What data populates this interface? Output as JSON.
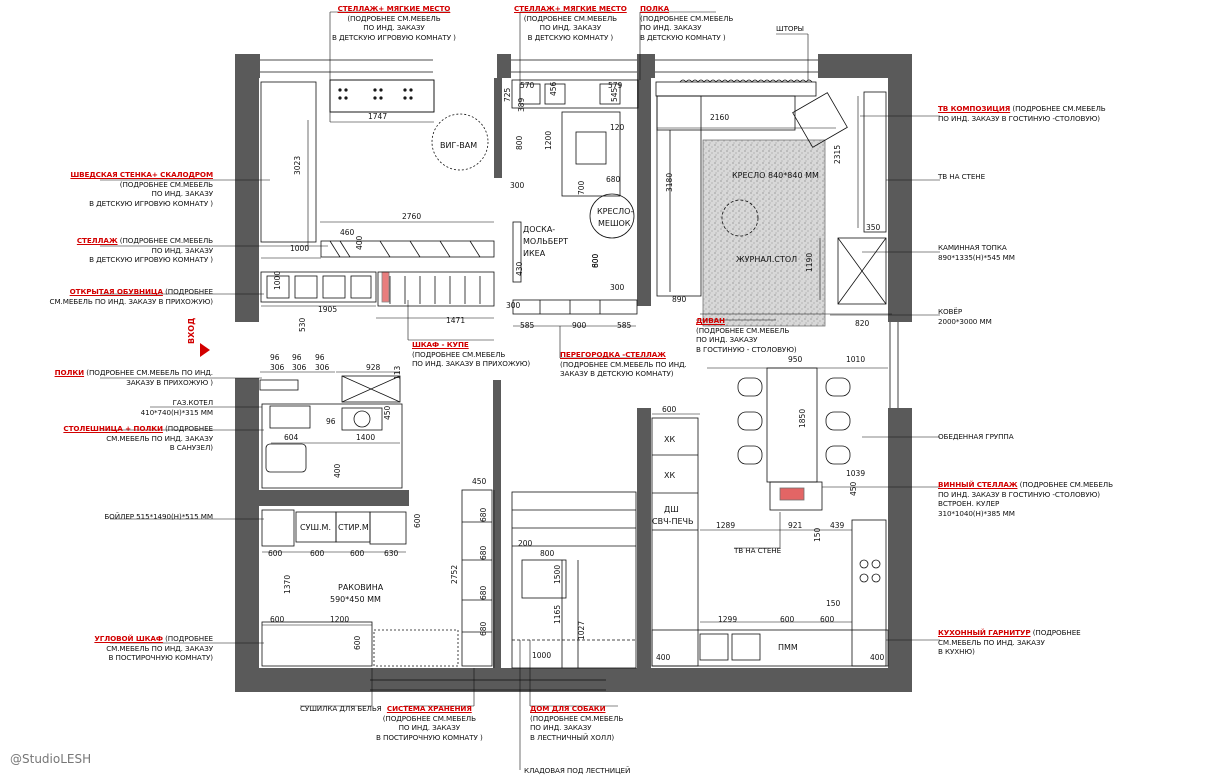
{
  "watermark": "@StudioLESH",
  "entrance_label": "ВХОД",
  "colors": {
    "wall": "#5a5a5a",
    "accent": "#d20000",
    "line": "#111111",
    "rug": "#bdbdbd"
  },
  "annotations": {
    "top_shelf_soft": {
      "title": "СТЕЛЛАЖ+ МЯГКИЕ МЕСТО",
      "lines": [
        "(ПОДРОБНЕЕ СМ.МЕБЕЛЬ",
        "ПО ИНД. ЗАКАЗУ",
        "В ДЕТСКУЮ ИГРОВУЮ КОМНАТУ )"
      ]
    },
    "top_shelf_soft2": {
      "title": "СТЕЛЛАЖ+ МЯГКИЕ МЕСТО",
      "lines": [
        "(ПОДРОБНЕЕ СМ.МЕБЕЛЬ",
        "ПО ИНД. ЗАКАЗУ",
        "В ДЕТСКУЮ КОМНАТУ )"
      ]
    },
    "top_shelf": {
      "title": "ПОЛКА",
      "lines": [
        "(ПОДРОБНЕЕ СМ.МЕБЕЛЬ",
        "ПО ИНД. ЗАКАЗУ",
        "В ДЕТСКУЮ КОМНАТУ )"
      ]
    },
    "curtains": "ШТОРЫ",
    "tv_composition": {
      "title": "ТВ КОМПОЗИЦИЯ",
      "tail": " (ПОДРОБНЕЕ СМ.МЕБЕЛЬ",
      "lines": [
        "ПО ИНД. ЗАКАЗУ В ГОСТИНУЮ -СТОЛОВУЮ)"
      ]
    },
    "tv_wall": "ТВ НА СТЕНЕ",
    "fireplace": {
      "line1": "КАМИННАЯ ТОПКА",
      "line2": "890*1335(H)*545 ММ"
    },
    "carpet": {
      "line1": "КОВЁР",
      "line2": "2000*3000 ММ"
    },
    "dining": "ОБЕДЕННАЯ ГРУППА",
    "wine": {
      "title": "ВИННЫЙ СТЕЛЛАЖ",
      "tail": " (ПОДРОБНЕЕ СМ.МЕБЕЛЬ",
      "lines": [
        "ПО ИНД. ЗАКАЗУ В ГОСТИНУЮ -СТОЛОВУЮ)",
        "ВСТРОЕН. КУЛЕР",
        "310*1040(H)*385 ММ"
      ]
    },
    "kitchen": {
      "title": "КУХОННЫЙ ГАРНИТУР",
      "tail": " (ПОДРОБНЕЕ",
      "lines": [
        "СМ.МЕБЕЛЬ ПО ИНД. ЗАКАЗУ",
        "В КУХНЮ)"
      ]
    },
    "swedish": {
      "title": "ШВЕДСКАЯ СТЕНКА+ СКАЛОДРОМ",
      "lines": [
        "(ПОДРОБНЕЕ СМ.МЕБЕЛЬ",
        "ПО ИНД. ЗАКАЗУ",
        "В ДЕТСКУЮ ИГРОВУЮ КОМНАТУ )"
      ]
    },
    "rack": {
      "title": "СТЕЛЛАЖ",
      "tail": " (ПОДРОБНЕЕ СМ.МЕБЕЛЬ",
      "lines": [
        "ПО ИНД. ЗАКАЗУ",
        "В ДЕТСКУЮ ИГРОВУЮ КОМНАТУ )"
      ]
    },
    "shoes": {
      "title": "ОТКРЫТАЯ ОБУВНИЦА",
      "tail": " (ПОДРОБНЕЕ",
      "lines": [
        "СМ.МЕБЕЛЬ ПО ИНД. ЗАКАЗУ В ПРИХОЖУЮ)"
      ]
    },
    "shelves": {
      "title": "ПОЛКИ",
      "tail": " (ПОДРОБНЕЕ СМ.МЕБЕЛЬ ПО ИНД.",
      "lines": [
        "ЗАКАЗУ В ПРИХОЖУЮ )"
      ]
    },
    "boiler_gas": {
      "line1": "ГАЗ.КОТЕЛ",
      "line2": "410*740(H)*315 ММ"
    },
    "counter": {
      "title": "СТОЛЕШНИЦА + ПОЛКИ",
      "tail": " (ПОДРОБНЕЕ",
      "lines": [
        "СМ.МЕБЕЛЬ ПО ИНД. ЗАКАЗУ",
        "В САНУЗЕЛ)"
      ]
    },
    "boiler": "БОЙЛЕР 515*1490(H)*515 ММ",
    "corner_wardrobe": {
      "title": "УГЛОВОЙ ШКАФ",
      "tail": " (ПОДРОБНЕЕ",
      "lines": [
        "СМ.МЕБЕЛЬ ПО ИНД. ЗАКАЗУ",
        "В ПОСТИРОЧНУЮ КОМНАТУ)"
      ]
    },
    "dryer": "СУШИЛКА ДЛЯ БЕЛЬЯ",
    "storage": {
      "title": "СИСТЕМА ХРАНЕНИЯ",
      "lines": [
        "(ПОДРОБНЕЕ СМ.МЕБЕЛЬ",
        "ПО ИНД. ЗАКАЗУ",
        "В ПОСТИРОЧНУЮ КОМНАТУ )"
      ]
    },
    "dog_house": {
      "title": "ДОМ ДЛЯ СОБАКИ",
      "lines": [
        "(ПОДРОБНЕЕ СМ.МЕБЕЛЬ",
        "ПО ИНД. ЗАКАЗУ",
        "В ЛЕСТНИЧНЫЙ ХОЛЛ)"
      ]
    },
    "pantry": "КЛАДОВАЯ ПОД ЛЕСТНИЦЕЙ",
    "sliding_wardrobe": {
      "title": "ШКАФ - КУПЕ",
      "lines": [
        "(ПОДРОБНЕЕ СМ.МЕБЕЛЬ",
        "ПО ИНД. ЗАКАЗУ В ПРИХОЖУЮ)"
      ]
    },
    "partition": {
      "title": "ПЕРЕГОРОДКА -СТЕЛЛАЖ",
      "lines": [
        "(ПОДРОБНЕЕ СМ.МЕБЕЛЬ ПО ИНД.",
        "ЗАКАЗУ В ДЕТСКУЮ КОМНАТУ)"
      ]
    },
    "sofa": {
      "title": "ДИВАН",
      "lines": [
        "(ПОДРОБНЕЕ СМ.МЕБЕЛЬ",
        "ПО ИНД. ЗАКАЗУ",
        "В ГОСТИНУЮ - СТОЛОВУЮ)"
      ]
    },
    "tv_wall_kitchen": "ТВ НА СТЕНЕ"
  },
  "labels": {
    "vigvam": "ВИГ-ВАМ",
    "beanbag1": "КРЕСЛО-",
    "beanbag2": "МЕШОК",
    "easel1": "ДОСКА-",
    "easel2": "МОЛЬБЕРТ",
    "easel3": "ИКЕА",
    "armchair": "КРЕСЛО 840*840 ММ",
    "coffee": "ЖУРНАЛ.СТОЛ",
    "sink": "РАКОВИНА",
    "sink_size": "590*450 ММ",
    "washer": "СУШ.М.",
    "dryer_m": "СТИР.М.",
    "fridge1": "ХК",
    "fridge2": "ХК",
    "dw": "ДШ",
    "oven": "СВЧ-ПЕЧЬ",
    "pmm": "ПММ"
  },
  "dims": [
    "1747",
    "3023",
    "2760",
    "460",
    "400",
    "1000",
    "1905",
    "1471",
    "530",
    "1000",
    "570",
    "579",
    "725",
    "389",
    "456",
    "545",
    "1200",
    "800",
    "300",
    "120",
    "680",
    "700",
    "600",
    "430",
    "300",
    "800",
    "300",
    "585",
    "900",
    "585",
    "2160",
    "3180",
    "2315",
    "350",
    "1190",
    "890",
    "820",
    "950",
    "1010",
    "1850",
    "1039",
    "450",
    "600",
    "1289",
    "921",
    "439",
    "150",
    "1299",
    "600",
    "600",
    "150",
    "400",
    "400",
    "96",
    "306",
    "96",
    "306",
    "96",
    "306",
    "928",
    "113",
    "96",
    "1400",
    "450",
    "604",
    "400",
    "600",
    "600",
    "600",
    "630",
    "600",
    "1370",
    "2752",
    "600",
    "1200",
    "600",
    "680",
    "680",
    "680",
    "680",
    "450",
    "200",
    "800",
    "1500",
    "1165",
    "1027",
    "1000"
  ]
}
